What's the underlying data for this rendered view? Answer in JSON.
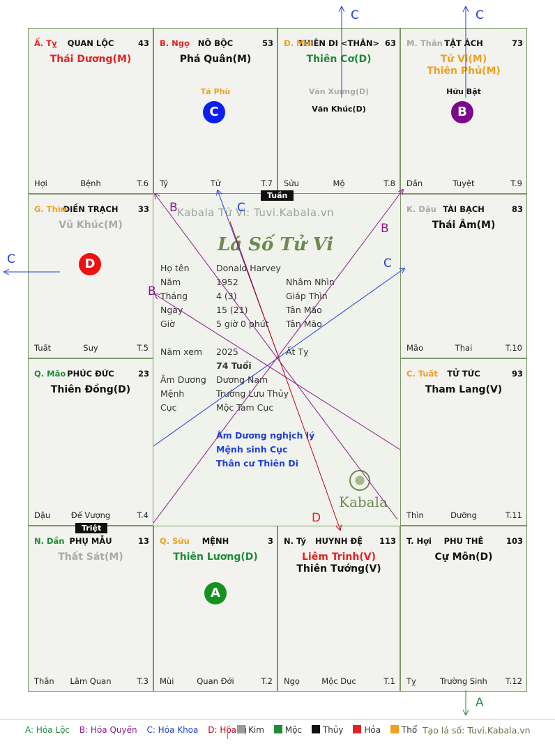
{
  "colors": {
    "kim": "#999999",
    "moc": "#1e8a3c",
    "thuy": "#111111",
    "hoa": "#e52222",
    "tho": "#f0a020",
    "dim": "#aaaaaa",
    "blue": "#1f3fd6",
    "purple": "#8a1c8a",
    "darkred": "#c0001a"
  },
  "palaces": [
    {
      "id": "ty-snake",
      "can": "Ấ. Tỵ",
      "can_color": "#e52222",
      "name": "QUAN LỘC",
      "age": "43",
      "stars": [
        {
          "t": "Thái Dương(M)",
          "c": "#e52222"
        }
      ],
      "minor": [],
      "foot_l": "Hợi",
      "foot_c": "Bệnh",
      "foot_r": "T.6"
    },
    {
      "id": "ngo-horse",
      "can": "B. Ngọ",
      "can_color": "#e52222",
      "name": "NÔ BỘC",
      "age": "53",
      "stars": [
        {
          "t": "Phá Quân(M)",
          "c": "#111111"
        }
      ],
      "minor": [
        {
          "t": "Tả Phù",
          "c": "#f0a020"
        }
      ],
      "foot_l": "Tý",
      "foot_c": "Tử",
      "foot_r": "T.7"
    },
    {
      "id": "mui-goat",
      "can": "Đ. Mùi",
      "can_color": "#f0a020",
      "name": "THIÊN DI <THÂN>",
      "age": "63",
      "stars": [
        {
          "t": "Thiên Cơ(D)",
          "c": "#1e8a3c"
        }
      ],
      "minor": [
        {
          "t": "Văn Xương(D)",
          "c": "#aaaaaa"
        },
        {
          "t": "Văn Khúc(D)",
          "c": "#111111"
        }
      ],
      "foot_l": "Sửu",
      "foot_c": "Mộ",
      "foot_r": "T.8"
    },
    {
      "id": "than-monkey",
      "can": "M. Thân",
      "can_color": "#aaaaaa",
      "name": "TẬT ÁCH",
      "age": "73",
      "stars": [
        {
          "t": "Tử Vi(M)",
          "c": "#f0a020"
        },
        {
          "t": "Thiên Phủ(M)",
          "c": "#f0a020"
        }
      ],
      "minor": [
        {
          "t": "Hữu Bật",
          "c": "#111111"
        }
      ],
      "foot_l": "Dần",
      "foot_c": "Tuyệt",
      "foot_r": "T.9"
    },
    {
      "id": "thin-dragon",
      "can": "G. Thìn",
      "can_color": "#f0a020",
      "name": "ĐIỀN TRẠCH",
      "age": "33",
      "stars": [
        {
          "t": "Vũ Khúc(M)",
          "c": "#aaaaaa"
        }
      ],
      "minor": [],
      "foot_l": "Tuất",
      "foot_c": "Suy",
      "foot_r": "T.5"
    },
    {
      "id": "dau-rooster",
      "can": "K. Dậu",
      "can_color": "#aaaaaa",
      "name": "TÀI BẠCH",
      "age": "83",
      "stars": [
        {
          "t": "Thái Âm(M)",
          "c": "#111111"
        }
      ],
      "minor": [],
      "foot_l": "Mão",
      "foot_c": "Thai",
      "foot_r": "T.10"
    },
    {
      "id": "mao-cat",
      "can": "Q. Mão",
      "can_color": "#1e8a3c",
      "name": "PHÚC ĐỨC",
      "age": "23",
      "stars": [
        {
          "t": "Thiên Đồng(D)",
          "c": "#111111"
        }
      ],
      "minor": [],
      "foot_l": "Dậu",
      "foot_c": "Đế Vượng",
      "foot_r": "T.4"
    },
    {
      "id": "tuat-dog",
      "can": "C. Tuất",
      "can_color": "#f0a020",
      "name": "TỬ TỨC",
      "age": "93",
      "stars": [
        {
          "t": "Tham Lang(V)",
          "c": "#111111"
        }
      ],
      "minor": [],
      "foot_l": "Thìn",
      "foot_c": "Dưỡng",
      "foot_r": "T.11"
    },
    {
      "id": "dan-tiger",
      "can": "N. Dần",
      "can_color": "#1e8a3c",
      "name": "PHỤ MẪU",
      "age": "13",
      "stars": [
        {
          "t": "Thất Sát(M)",
          "c": "#aaaaaa"
        }
      ],
      "minor": [],
      "foot_l": "Thân",
      "foot_c": "Lâm Quan",
      "foot_r": "T.3"
    },
    {
      "id": "suu-buffalo",
      "can": "Q. Sửu",
      "can_color": "#f0a020",
      "name": "MỆNH",
      "age": "3",
      "stars": [
        {
          "t": "Thiên Lương(D)",
          "c": "#1e8a3c"
        }
      ],
      "minor": [],
      "foot_l": "Mùi",
      "foot_c": "Quan Đới",
      "foot_r": "T.2"
    },
    {
      "id": "ty-rat",
      "can": "N. Tý",
      "can_color": "#111111",
      "name": "HUYNH ĐỆ",
      "age": "113",
      "stars": [
        {
          "t": "Liêm Trinh(V)",
          "c": "#e52222"
        },
        {
          "t": "Thiên Tướng(V)",
          "c": "#111111"
        }
      ],
      "minor": [],
      "foot_l": "Ngọ",
      "foot_c": "Mộc Dục",
      "foot_r": "T.1"
    },
    {
      "id": "hoi-pig",
      "can": "T. Hợi",
      "can_color": "#111111",
      "name": "PHU THÊ",
      "age": "103",
      "stars": [
        {
          "t": "Cự Môn(D)",
          "c": "#111111"
        }
      ],
      "minor": [],
      "foot_l": "Tỵ",
      "foot_c": "Trường Sinh",
      "foot_r": "T.12"
    }
  ],
  "badges": [
    {
      "letter": "C",
      "fill": "#0b1ff0"
    },
    {
      "letter": "B",
      "fill": "#7a0a8a"
    },
    {
      "letter": "D",
      "fill": "#ee1111"
    },
    {
      "letter": "A",
      "fill": "#14921e"
    }
  ],
  "tags": {
    "tuan": "Tuần",
    "triet": "Triệt"
  },
  "center": {
    "watermark": "Kabala Tử Vi: Tuvi.Kabala.vn",
    "title": "Lá Số Tử Vi",
    "rows": [
      {
        "label": "Họ tên",
        "value": "Donald Harvey",
        "extra": ""
      },
      {
        "label": "Năm",
        "value": "1952",
        "extra": "Nhâm Nhìn"
      },
      {
        "label": "Tháng",
        "value": "4  (3)",
        "extra": "Giáp Thìn"
      },
      {
        "label": "Ngày",
        "value": "15  (21)",
        "extra": "Tân Mão"
      },
      {
        "label": "Giờ",
        "value": "5 giờ 0 phút",
        "extra": "Tân Mão"
      }
    ],
    "rows2": [
      {
        "label": "Năm xem",
        "value": "2025",
        "extra": "Ất Tỵ"
      },
      {
        "label": "",
        "value": "74 Tuổi",
        "extra": ""
      },
      {
        "label": "Âm Dương",
        "value": "Dương Nam",
        "extra": ""
      },
      {
        "label": "Mệnh",
        "value": "Trường Lưu Thủy",
        "extra": ""
      },
      {
        "label": "Cục",
        "value": "Mộc Tam Cục",
        "extra": ""
      }
    ],
    "notes": [
      "Âm Dương nghịch lý",
      "Mệnh sinh Cục",
      "Thân cư Thiên Di"
    ],
    "logo_text": "Kabala"
  },
  "arrow_labels": {
    "c1": "C",
    "c2": "C",
    "c3": "C",
    "c4": "B",
    "c5": "C",
    "c6": "B",
    "c7": "C",
    "c8": "B",
    "c9": "D",
    "c10": "A"
  },
  "legend": {
    "a": "A: Hóa Lộc",
    "b": "B: Hóa Quyền",
    "c": "C: Hóa Khoa",
    "d": "D: Hóa Kị",
    "kim": "Kim",
    "moc": "Mộc",
    "thuy": "Thủy",
    "hoa": "Hỏa",
    "tho": "Thổ",
    "site": "Tạo lá số: Tuvi.Kabala.vn"
  }
}
